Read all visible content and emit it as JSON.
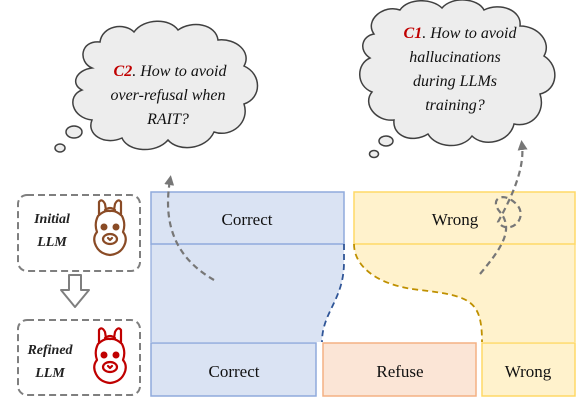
{
  "llm_labels": {
    "initial_line1": "Initial",
    "initial_line2": "LLM",
    "refined_line1": "Refined",
    "refined_line2": "LLM"
  },
  "initial_bars": {
    "correct": "Correct",
    "wrong": "Wrong"
  },
  "refined_bars": {
    "correct": "Correct",
    "refuse": "Refuse",
    "wrong": "Wrong"
  },
  "challenge_c2": {
    "tag": "C2",
    "line1": ". How to avoid",
    "line2": "over-refusal when",
    "line3": "RAIT?"
  },
  "challenge_c1": {
    "tag": "C1",
    "line1": ". How to avoid",
    "line2": "hallucinations",
    "line3": "during LLMs",
    "line4": "training?"
  },
  "icons": {
    "initial_llama": "llama-icon",
    "refined_llama": "llama-icon",
    "transition_arrow": "down-arrow-icon"
  },
  "colors": {
    "correct_fill": "#dae3f3",
    "correct_stroke": "#8faadc",
    "wrong_fill": "#fff2cc",
    "wrong_stroke": "#ffd966",
    "refuse_fill": "#fbe5d6",
    "refuse_stroke": "#f4b183",
    "highlight_red": "#c00000",
    "initial_llama": "#8a4b26",
    "refined_llama": "#c00000",
    "cloud_fill": "#ededed",
    "dashed_arrow": "#777777"
  }
}
